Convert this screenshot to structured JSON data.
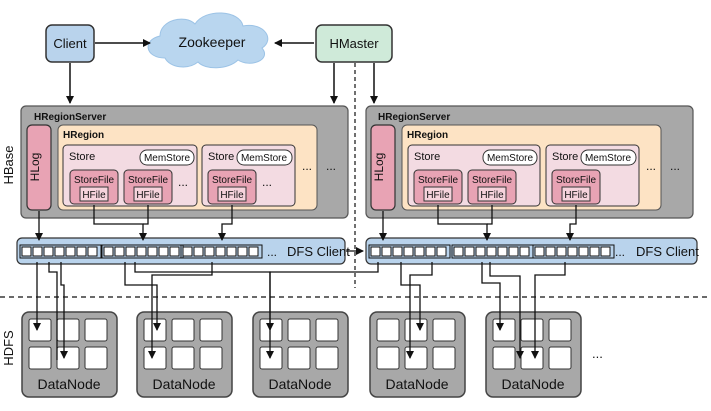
{
  "client_label": "Client",
  "zookeeper_label": "Zookeeper",
  "hmaster_label": "HMaster",
  "hbase_label": "HBase",
  "hdfs_label": "HDFS",
  "region_servers": [
    {
      "label": "HRegionServer",
      "hlog_label": "HLog",
      "hregion_label": "HRegion",
      "stores": [
        {
          "label": "Store",
          "memstore_label": "MemStore",
          "storefiles": [
            {
              "label": "StoreFile",
              "hfile_label": "HFile"
            },
            {
              "label": "StoreFile",
              "hfile_label": "HFile"
            }
          ],
          "more": "..."
        },
        {
          "label": "Store",
          "memstore_label": "MemStore",
          "storefiles": [
            {
              "label": "StoreFile",
              "hfile_label": "HFile"
            }
          ],
          "more": "..."
        }
      ],
      "more_inner": "...",
      "more_outer": "...",
      "dfs_client_label": "DFS Client"
    },
    {
      "label": "HRegionServer",
      "hlog_label": "HLog",
      "hregion_label": "HRegion",
      "stores": [
        {
          "label": "Store",
          "memstore_label": "MemStore",
          "storefiles": [
            {
              "label": "StoreFile",
              "hfile_label": "HFile"
            },
            {
              "label": "StoreFile",
              "hfile_label": "HFile"
            }
          ],
          "more": ""
        },
        {
          "label": "Store",
          "memstore_label": "MemStore",
          "storefiles": [
            {
              "label": "StoreFile",
              "hfile_label": "HFile"
            }
          ],
          "more": ""
        }
      ],
      "more_inner": "...",
      "more_outer": "...",
      "dfs_client_label": "DFS Client"
    }
  ],
  "dfs_more": "...",
  "datanodes": [
    {
      "label": "DataNode"
    },
    {
      "label": "DataNode"
    },
    {
      "label": "DataNode"
    },
    {
      "label": "DataNode"
    },
    {
      "label": "DataNode"
    }
  ],
  "datanodes_more": "...",
  "colors": {
    "node_blue": "#b9d3ec",
    "server_gray": "#a8a8a8",
    "hregion_orange": "#fde3c4",
    "store_pink": "#f3dbe2",
    "hlog_pink": "#e8a3b4",
    "hmaster_green": "#cfead9",
    "cloud_blue": "#b9d6ef"
  }
}
